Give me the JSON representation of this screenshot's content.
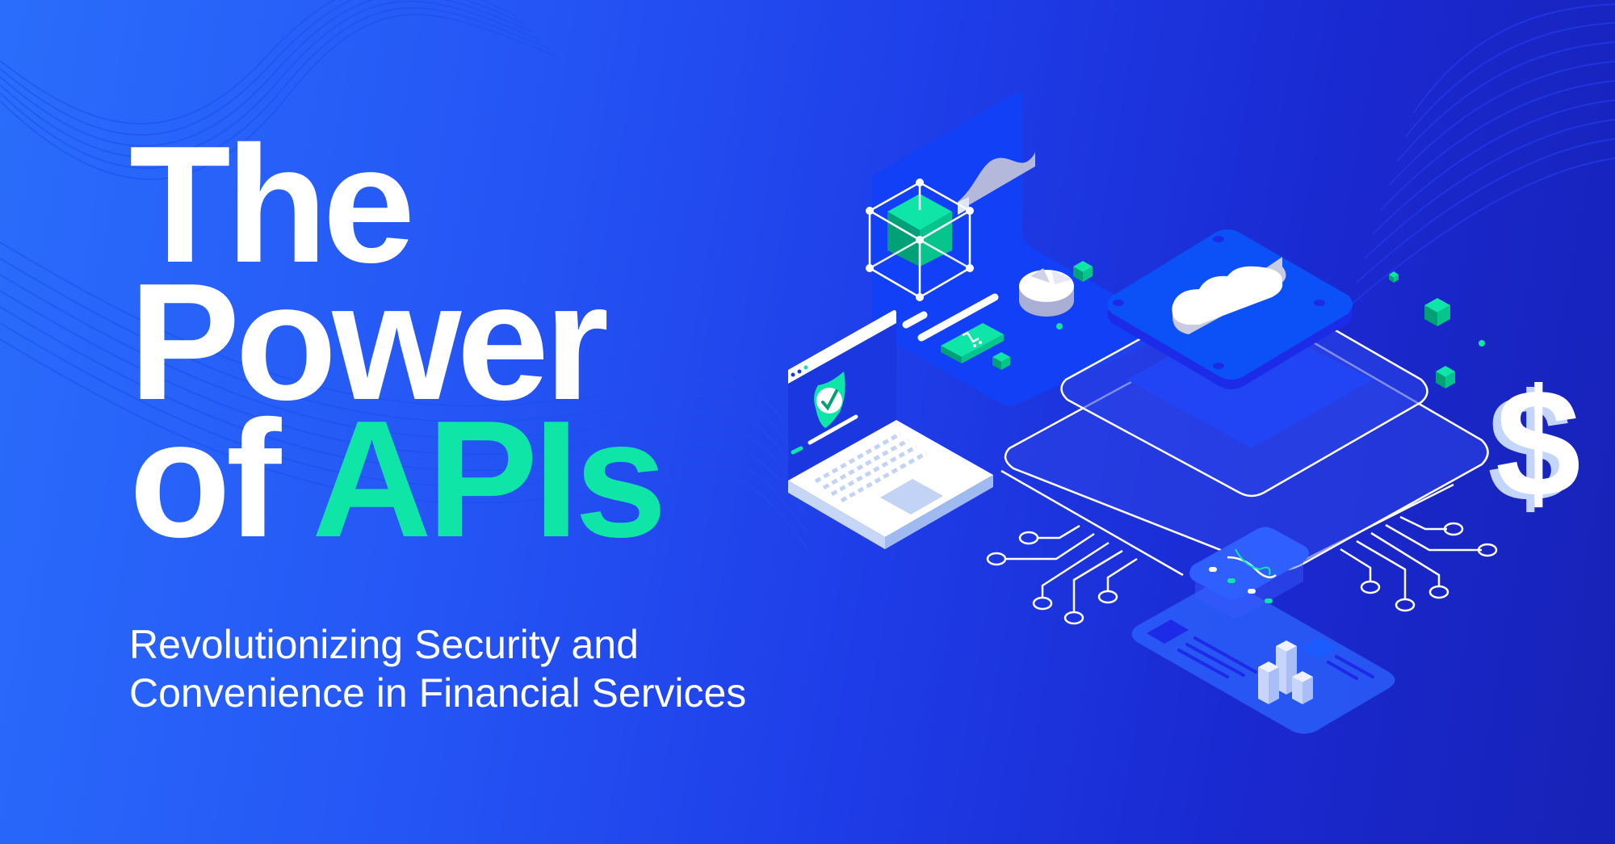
{
  "hero": {
    "title_line_1": "The",
    "title_line_2": "Power",
    "title_line_3_prefix": "of",
    "title_line_3_accent": "APIs",
    "subtitle_line_1": "Revolutionizing Security and",
    "subtitle_line_2": "Convenience in Financial Services"
  },
  "colors": {
    "background_left": "#2a6dfb",
    "background_right": "#1722b6",
    "accent_green": "#0ee5a6",
    "text": "#ffffff"
  },
  "illustration": {
    "icons": [
      "laptop-icon",
      "shield-check-icon",
      "cloud-icon",
      "dollar-sign-icon",
      "shopping-cart-icon",
      "pie-chart-icon",
      "bar-chart-icon",
      "wave-chart-icon",
      "cube-icon",
      "circuit-icon"
    ],
    "dollar_glyph": "$"
  }
}
